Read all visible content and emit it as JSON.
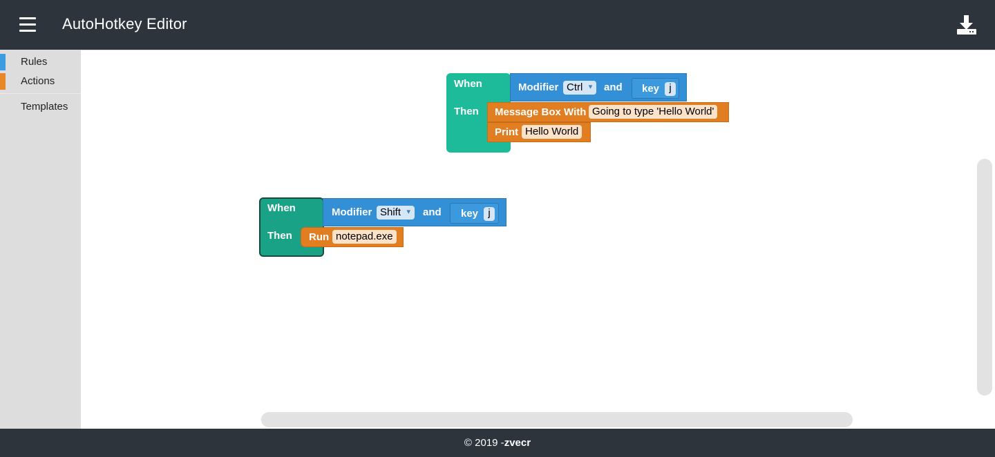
{
  "header": {
    "title": "AutoHotkey Editor",
    "menu_icon": "hamburger-menu-icon",
    "download_icon": "download-icon"
  },
  "toolbox": {
    "categories": [
      {
        "label": "Rules",
        "color": "#3d9be0"
      },
      {
        "label": "Actions",
        "color": "#e8862a"
      },
      {
        "label": "Templates",
        "color": ""
      }
    ]
  },
  "workspace": {
    "rules": [
      {
        "when_label": "When",
        "then_label": "Then",
        "condition": {
          "modifier_label": "Modifier",
          "modifier_value": "Ctrl",
          "and_label": "and",
          "key_label": "key",
          "key_value": "j"
        },
        "actions": [
          {
            "label": "Message Box With",
            "value": "Going to type 'Hello World'"
          },
          {
            "label": "Print",
            "value": "Hello World"
          }
        ]
      },
      {
        "when_label": "When",
        "then_label": "Then",
        "condition": {
          "modifier_label": "Modifier",
          "modifier_value": "Shift",
          "and_label": "and",
          "key_label": "key",
          "key_value": "j"
        },
        "actions": [
          {
            "label": "Run",
            "value": "notepad.exe"
          }
        ]
      }
    ]
  },
  "footer": {
    "copyright": "© 2019 -",
    "author": "zvecr"
  }
}
